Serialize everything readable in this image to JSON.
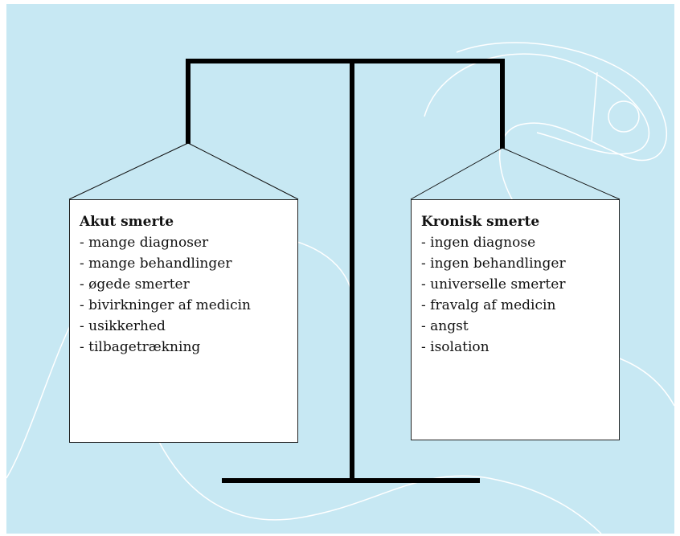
{
  "colors": {
    "background": "#c7e8f3",
    "decoration": "#ffffff",
    "beam": "#000000",
    "pan_fill": "#ffffff",
    "pan_border": "#222222"
  },
  "left_pan": {
    "title": "Akut smerte",
    "items": [
      "- mange diagnoser",
      "- mange behandlinger",
      "- øgede smerter",
      "- bivirkninger af medicin",
      "- usikkerhed",
      "- tilbagetrækning"
    ]
  },
  "right_pan": {
    "title": "Kronisk smerte",
    "items": [
      "- ingen diagnose",
      "- ingen behandlinger",
      "- universelle smerter",
      "- fravalg af medicin",
      "- angst",
      "- isolation"
    ]
  }
}
